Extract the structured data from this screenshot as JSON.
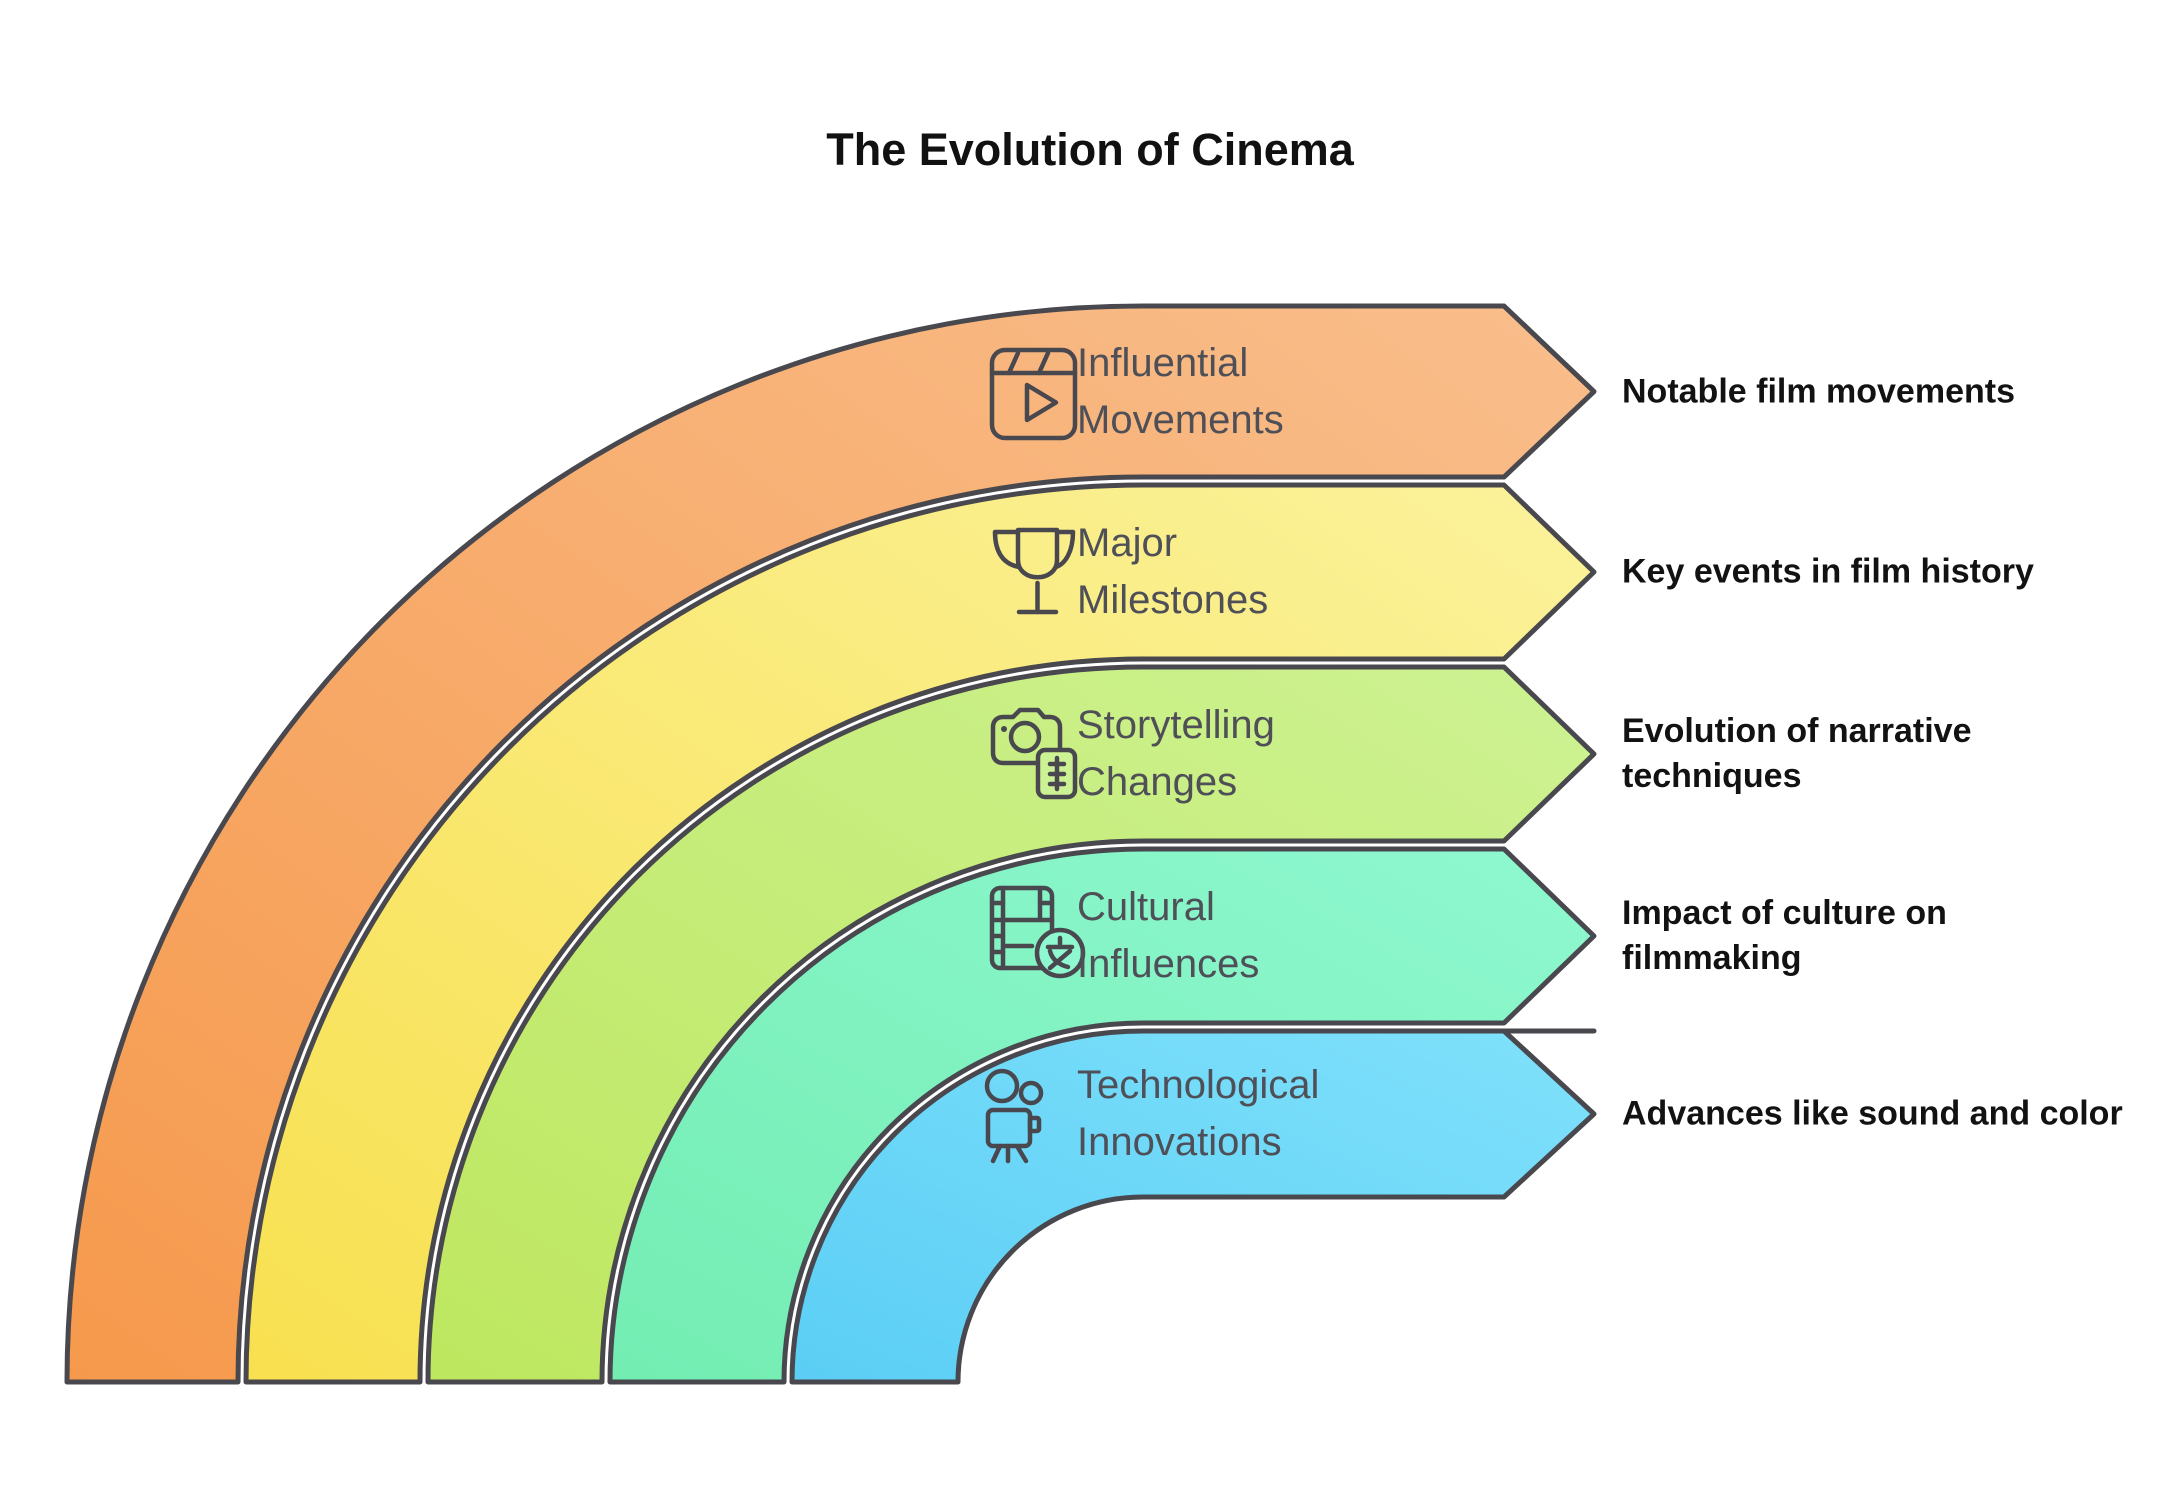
{
  "title": "The Evolution of Cinema",
  "bands": [
    {
      "id": "influential-movements",
      "label": "Influential\nMovements",
      "description": "Notable film movements",
      "icon": "clapperboard-play-icon",
      "color_dark": "#F6994C",
      "color_light": "#F9BE8C"
    },
    {
      "id": "major-milestones",
      "label": "Major\nMilestones",
      "description": "Key events in film history",
      "icon": "trophy-icon",
      "color_dark": "#F8E04F",
      "color_light": "#FBF29B"
    },
    {
      "id": "storytelling-changes",
      "label": "Storytelling\nChanges",
      "description": "Evolution of narrative\ntechniques",
      "icon": "camera-script-icon",
      "color_dark": "#BEE75F",
      "color_light": "#CDF293"
    },
    {
      "id": "cultural-influences",
      "label": "Cultural\nInfluences",
      "description": "Impact of culture on\nfilmmaking",
      "icon": "film-language-icon",
      "color_dark": "#73EDB2",
      "color_light": "#8FF8D0"
    },
    {
      "id": "technological-innovations",
      "label": "Technological\nInnovations",
      "description": "Advances like sound and color",
      "icon": "movie-camera-icon",
      "color_dark": "#5BCEF5",
      "color_light": "#80E1FB"
    }
  ],
  "colors": {
    "outline": "#48484E",
    "label_text": "#4F4F58",
    "description_text": "#121212",
    "title_text": "#111111",
    "background": "#FFFFFF"
  }
}
